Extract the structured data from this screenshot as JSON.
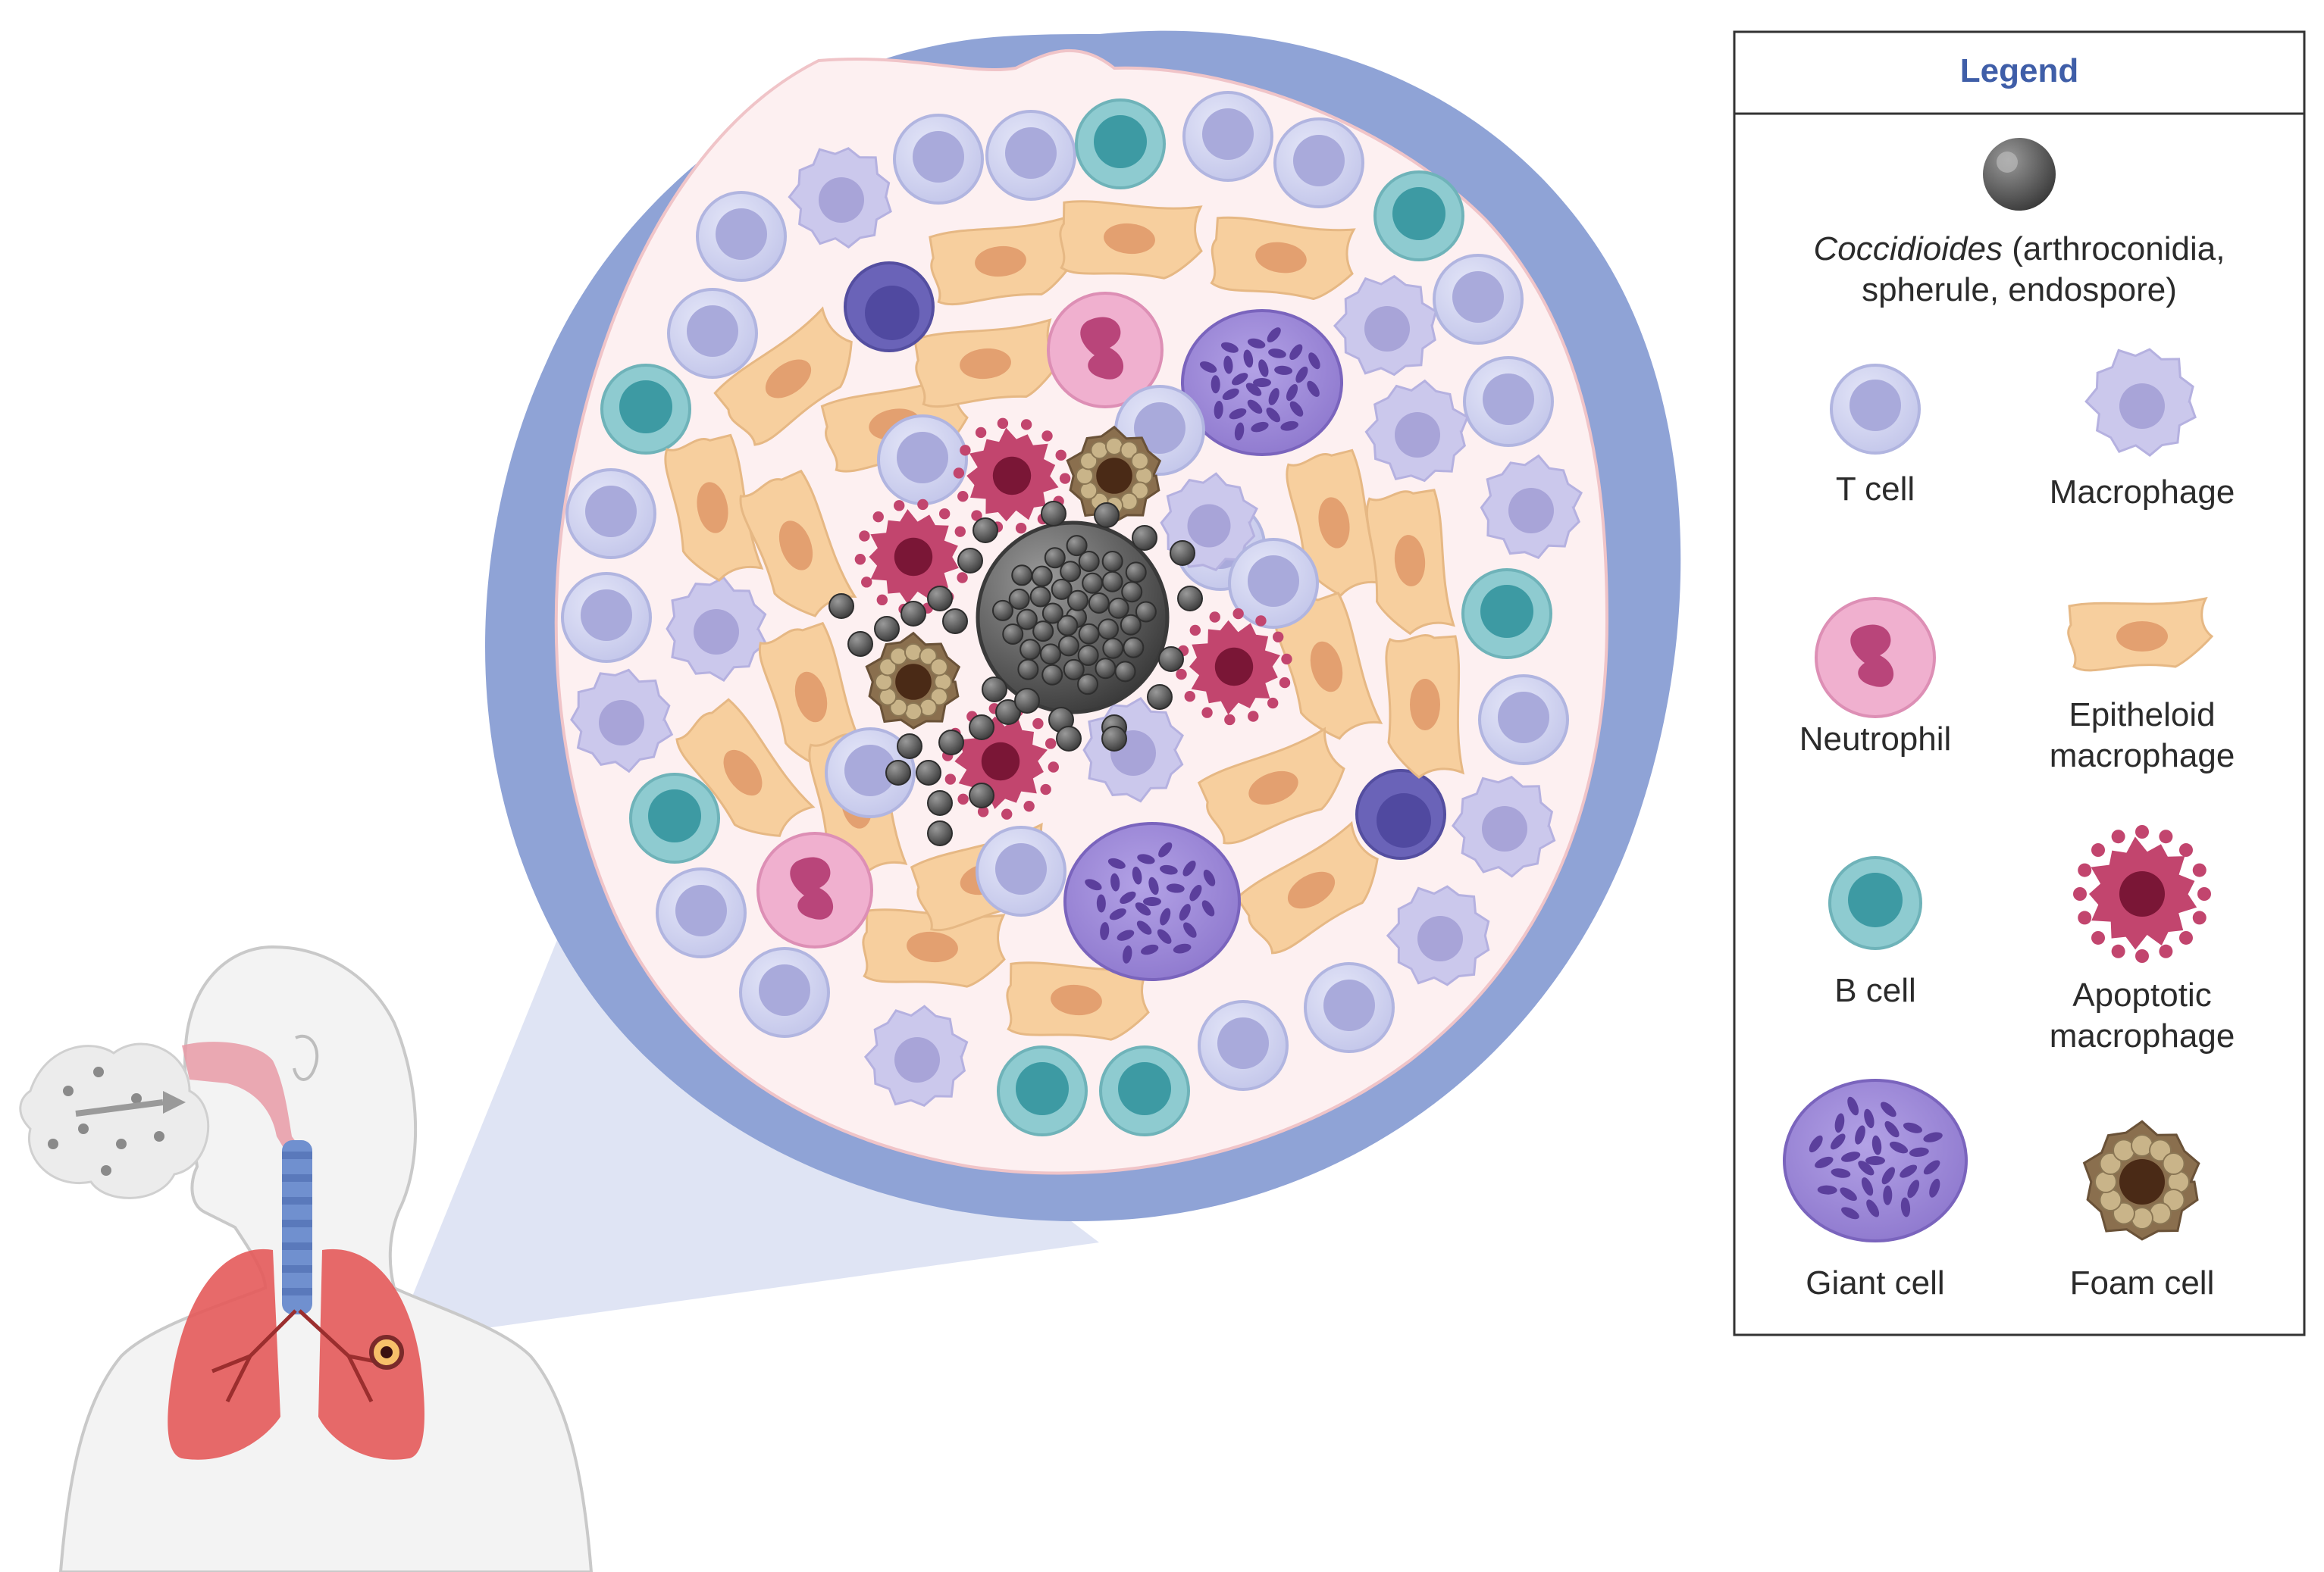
{
  "legend": {
    "title": "Legend",
    "coccidioides_name": "Coccidioides",
    "coccidioides_rest": " (arthroconidia,",
    "coccidioides_line2": "spherule, endospore)",
    "t_cell": "T cell",
    "macrophage": "Macrophage",
    "neutrophil": "Neutrophil",
    "epithelioid_line1": "Epitheloid",
    "epithelioid_line2": "macrophage",
    "b_cell": "B cell",
    "apoptotic_line1": "Apoptotic",
    "apoptotic_line2": "macrophage",
    "giant_cell": "Giant cell",
    "foam_cell": "Foam cell"
  },
  "colors": {
    "granuloma_rim": "#8fa3d6",
    "granuloma_interior": "#fdf0f1",
    "t_cell": "#c4c8ec",
    "macrophage": "#cbc8ec",
    "epithelioid": "#f7cf9e",
    "neutrophil": "#f0a8cc",
    "b_cell": "#7fc3c8",
    "apoptotic": "#b03a62",
    "giant_cell": "#9a86d6",
    "foam_cell": "#8a6f4e",
    "coccidioides": "#5a5a5a",
    "lungs": "#e45a5a",
    "trachea": "#6f8fcf",
    "legend_title": "#3f5ea8"
  },
  "icons": [
    "human-figure",
    "lungs",
    "trachea",
    "airborne-spores",
    "granuloma",
    "spherule",
    "legend-swatches"
  ]
}
